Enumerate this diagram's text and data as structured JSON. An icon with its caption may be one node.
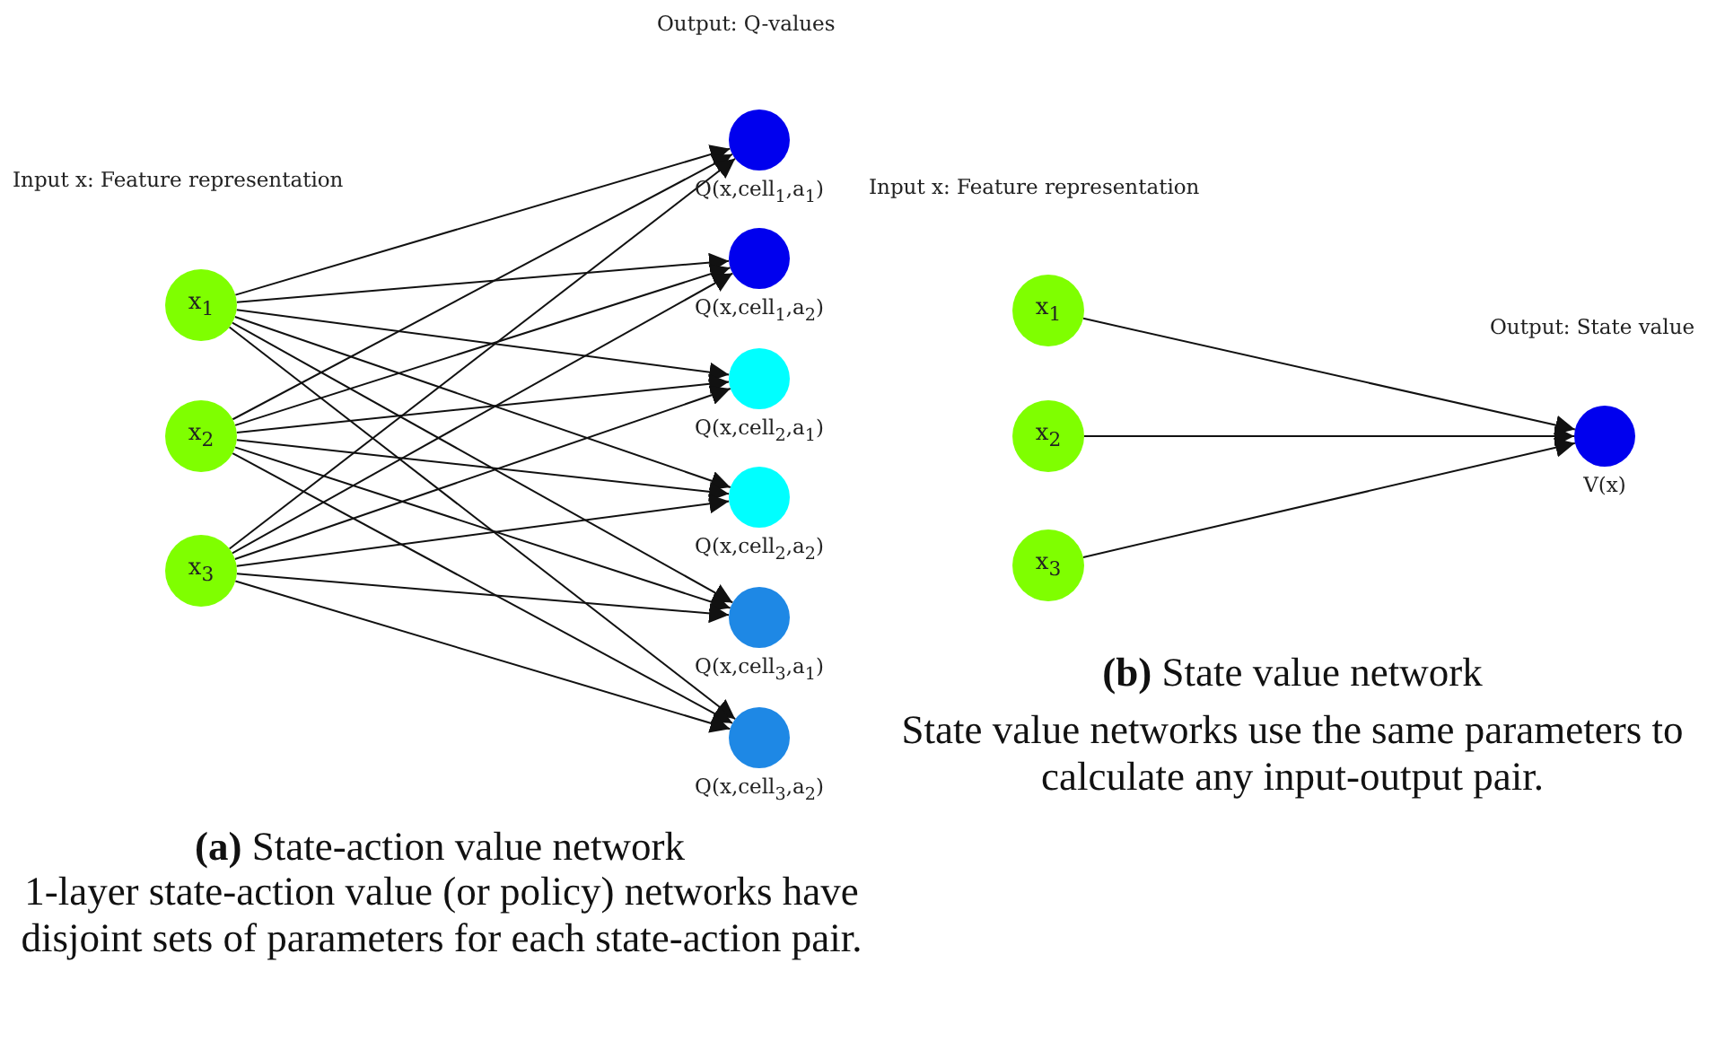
{
  "diagram": {
    "nodes": [
      {
        "text": [
          "x$_{1}$"
        ]
      },
      {
        "text": [
          "x$_{2}$"
        ]
      },
      {
        "text": [
          "x$_{3}$"
        ]
      },
      {
        "text": [],
        "shape": "circle",
        "beside": [
          "Q(x,cell$_{1}$,a$_{1}$)"
        ]
      },
      {
        "text": [],
        "shape": "circle",
        "beside": [
          "Q(x,cell$_{1}$,a$_{2}$)"
        ]
      },
      {
        "text": [],
        "shape": "circle",
        "beside": [
          "Q(x,cell$_{2}$,a$_{1}$)"
        ]
      },
      {
        "text": [],
        "shape": "circle",
        "beside": [
          "Q(x,cell$_{2}$,a$_{2}$)"
        ]
      },
      {
        "text": [],
        "shape": "circle",
        "beside": [
          "Q(x,cell$_{3}$,a$_{1}$)"
        ]
      },
      {
        "text": [],
        "shape": "circle",
        "beside": [
          "Q(x,cell$_{3}$,a$_{2}$)"
        ]
      },
      {
        "text": [
          "x$_{1}$"
        ]
      },
      {
        "text": [
          "x$_{2}$"
        ]
      },
      {
        "text": [
          "x$_{3}$"
        ]
      },
      {
        "text": [],
        "shape": "circle",
        "beside": [
          "V(x)"
        ]
      }
    ],
    "edges": [
      {
        "from": 0,
        "to": 3,
        "arrow": "to"
      },
      {
        "from": 0,
        "to": 4,
        "arrow": "to"
      },
      {
        "from": 0,
        "to": 5,
        "arrow": "to"
      },
      {
        "from": 0,
        "to": 6,
        "arrow": "to"
      },
      {
        "from": 0,
        "to": 7,
        "arrow": "to"
      },
      {
        "from": 0,
        "to": 8,
        "arrow": "to"
      },
      {
        "from": 1,
        "to": 3,
        "arrow": "to"
      },
      {
        "from": 1,
        "to": 4,
        "arrow": "to"
      },
      {
        "from": 1,
        "to": 5,
        "arrow": "to"
      },
      {
        "from": 1,
        "to": 6,
        "arrow": "to"
      },
      {
        "from": 1,
        "to": 7,
        "arrow": "to"
      },
      {
        "from": 1,
        "to": 8,
        "arrow": "to"
      },
      {
        "from": 2,
        "to": 3,
        "arrow": "to"
      },
      {
        "from": 2,
        "to": 4,
        "arrow": "to"
      },
      {
        "from": 2,
        "to": 5,
        "arrow": "to"
      },
      {
        "from": 2,
        "to": 6,
        "arrow": "to"
      },
      {
        "from": 2,
        "to": 7,
        "arrow": "to"
      },
      {
        "from": 2,
        "to": 8,
        "arrow": "to"
      },
      {
        "from": 9,
        "to": 12,
        "arrow": "to"
      },
      {
        "from": 10,
        "to": 12,
        "arrow": "to"
      },
      {
        "from": 11,
        "to": 12,
        "arrow": "to"
      }
    ],
    "labels": [
      "Output: Q-values",
      "Input x: Feature representation",
      "Input x: Feature representation",
      "Output: State value",
      "**(a)** State-action value network",
      "1-layer state-action value (or policy) networks have disjoint sets of parameters for each state-action pair.",
      "**(b)** State value network",
      "State value networks use the same parameters to calculate any input-output pair."
    ]
  }
}
